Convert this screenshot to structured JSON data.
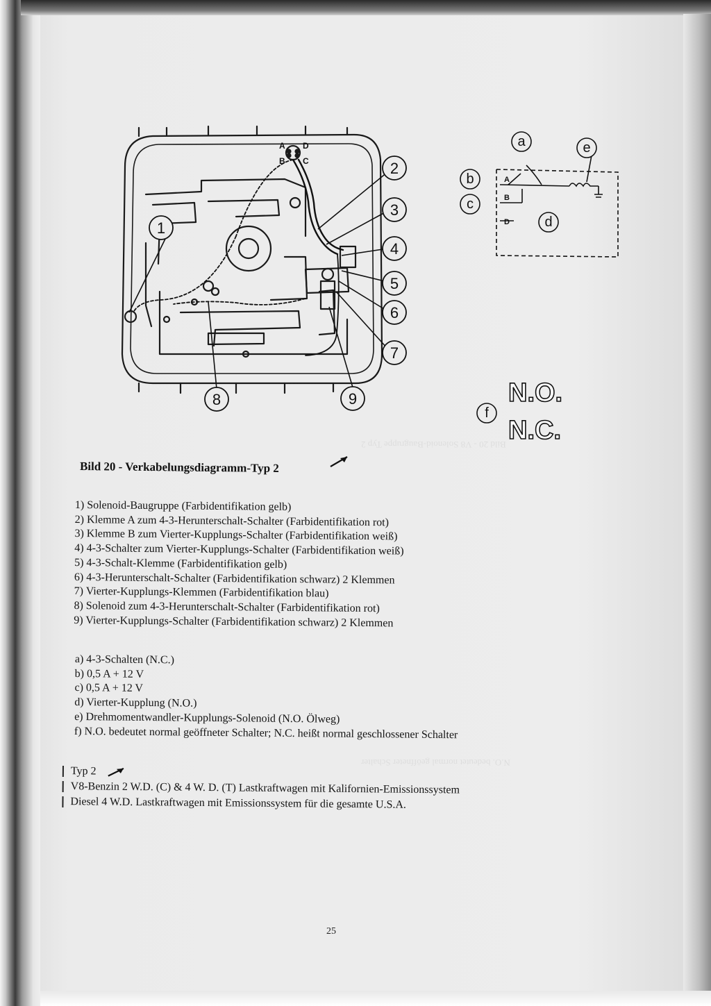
{
  "figure": {
    "main_callouts": [
      "1",
      "2",
      "3",
      "4",
      "5",
      "6",
      "7",
      "8",
      "9"
    ],
    "connector_labels": [
      "A",
      "D",
      "B",
      "C"
    ],
    "schematic_callouts": [
      "a",
      "b",
      "c",
      "d",
      "e"
    ],
    "schematic_terminals": [
      "A",
      "B",
      "D"
    ],
    "switch_callout": "f",
    "switch_labels": [
      "N.O.",
      "N.C."
    ]
  },
  "caption": "Bild 20 - Verkabelungsdiagramm-Typ 2",
  "numbered_items": [
    "1) Solenoid-Baugruppe (Farbidentifikation gelb)",
    "2) Klemme A zum 4-3-Herunterschalt-Schalter (Farbidentifikation rot)",
    "3) Klemme B zum Vierter-Kupplungs-Schalter (Farbidentifikation weiß)",
    "4) 4-3-Schalter zum Vierter-Kupplungs-Schalter (Farbidentifikation weiß)",
    "5) 4-3-Schalt-Klemme (Farbidentifikation gelb)",
    "6) 4-3-Herunterschalt-Schalter (Farbidentifikation schwarz) 2 Klemmen",
    "7) Vierter-Kupplungs-Klemmen (Farbidentifikation blau)",
    "8) Solenoid zum 4-3-Herunterschalt-Schalter (Farbidentifikation rot)",
    "9) Vierter-Kupplungs-Schalter (Farbidentifikation schwarz) 2 Klemmen"
  ],
  "lettered_items": [
    "a) 4-3-Schalten (N.C.)",
    "b) 0,5 A + 12 V",
    "c) 0,5 A + 12 V",
    "d) Vierter-Kupplung (N.O.)",
    "e) Drehmomentwandler-Kupplungs-Solenoid (N.O. Ölweg)",
    "f) N.O. bedeutet normal geöffneter Schalter; N.C. heißt normal geschlossener Schalter"
  ],
  "type_notes": [
    "Typ 2",
    "V8-Benzin 2 W.D. (C) & 4 W. D. (T) Lastkraftwagen mit Kalifornien-Emissionssystem",
    "Diesel 4 W.D. Lastkraftwagen mit Emissionssystem für die gesamte U.S.A."
  ],
  "page_number": "25"
}
